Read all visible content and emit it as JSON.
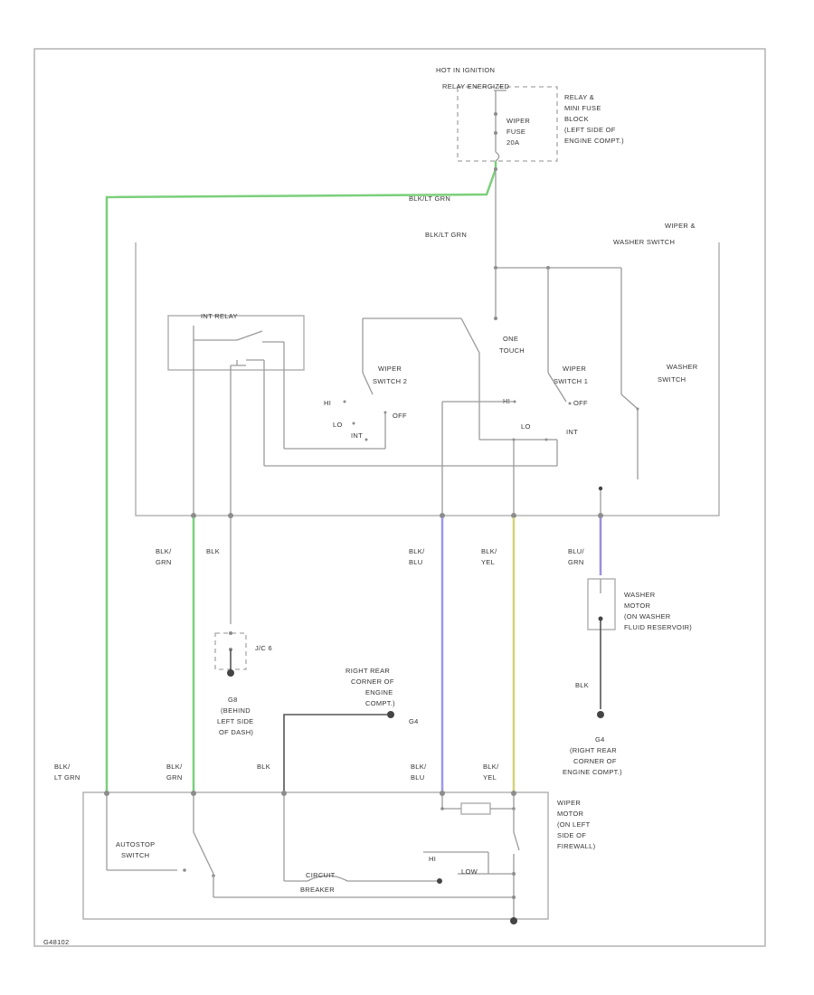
{
  "colors": {
    "green_wire": "#7bcf7b",
    "blue_wire": "#9a9aee",
    "yellow_wire": "#d2d27a",
    "violet_wire": "#9b8de0",
    "line": "#9a9a9a",
    "ground": "#444444"
  },
  "fuse_block": {
    "hot_line1": "HOT IN IGNITION",
    "hot_line2": "RELAY ENERGIZED",
    "fuse_line1": "WIPER",
    "fuse_line2": "FUSE",
    "fuse_line3": "20A",
    "loc_line1": "RELAY &",
    "loc_line2": "MINI FUSE",
    "loc_line3": "BLOCK",
    "loc_line4": "(LEFT SIDE OF",
    "loc_line5": "ENGINE COMPT.)"
  },
  "wires": {
    "blk_lt_grn_top": "BLK/LT GRN",
    "blk_lt_grn_mid": "BLK/LT GRN",
    "blk_grn_line1": "BLK/",
    "blk_grn_line2": "GRN",
    "blk_1": "BLK",
    "blk_blu_line1": "BLK/",
    "blk_blu_line2": "BLU",
    "blk_yel_line1": "BLK/",
    "blk_yel_line2": "YEL",
    "blu_grn_line1": "BLU/",
    "blu_grn_line2": "GRN",
    "blk_washer": "BLK",
    "bl_lt_grn_line1": "BLK/",
    "bl_lt_grn_line2": "LT GRN",
    "bl_grn_low_line1": "BLK/",
    "bl_grn_low_line2": "GRN",
    "blk_low": "BLK",
    "bl_blu_low_line1": "BLK/",
    "bl_blu_low_line2": "BLU",
    "bl_yel_low_line1": "BLK/",
    "bl_yel_low_line2": "YEL"
  },
  "switch": {
    "title_line1": "WIPER &",
    "title_line2": "WASHER SWITCH",
    "int_relay": "INT RELAY",
    "one_touch_line1": "ONE",
    "one_touch_line2": "TOUCH",
    "ws2_line1": "WIPER",
    "ws2_line2": "SWITCH 2",
    "ws1_line1": "WIPER",
    "ws1_line2": "SWITCH 1",
    "washer_sw_line1": "WASHER",
    "washer_sw_line2": "SWITCH",
    "hi_left": "HI",
    "lo_left": "LO",
    "int_left": "INT",
    "off_left": "OFF",
    "hi_right": "HI",
    "lo_right": "LO",
    "int_right": "INT",
    "off_right": "OFF"
  },
  "jc": {
    "label": "J/C 6"
  },
  "grounds": {
    "g8_line1": "G8",
    "g8_line2": "(BEHIND",
    "g8_line3": "LEFT SIDE",
    "g8_line4": "OF DASH)",
    "g4_line1": "RIGHT REAR",
    "g4_line2": "CORNER OF",
    "g4_line3": "ENGINE",
    "g4_line4": "COMPT.)",
    "g4_id": "G4",
    "g4b_id": "G4",
    "g4b_line1": "(RIGHT REAR",
    "g4b_line2": "CORNER OF",
    "g4b_line3": "ENGINE COMPT.)"
  },
  "washer_motor": {
    "line1": "WASHER",
    "line2": "MOTOR",
    "line3": "(ON WASHER",
    "line4": "FLUID RESERVOIR)"
  },
  "wiper_motor": {
    "line1": "WIPER",
    "line2": "MOTOR",
    "line3": "(ON LEFT",
    "line4": "SIDE OF",
    "line5": "FIREWALL)",
    "autostop_line1": "AUTOSTOP",
    "autostop_line2": "SWITCH",
    "cb_line1": "CIRCUIT",
    "cb_line2": "BREAKER",
    "hi": "HI",
    "low": "LOW"
  },
  "footer": {
    "code": "G48102"
  }
}
